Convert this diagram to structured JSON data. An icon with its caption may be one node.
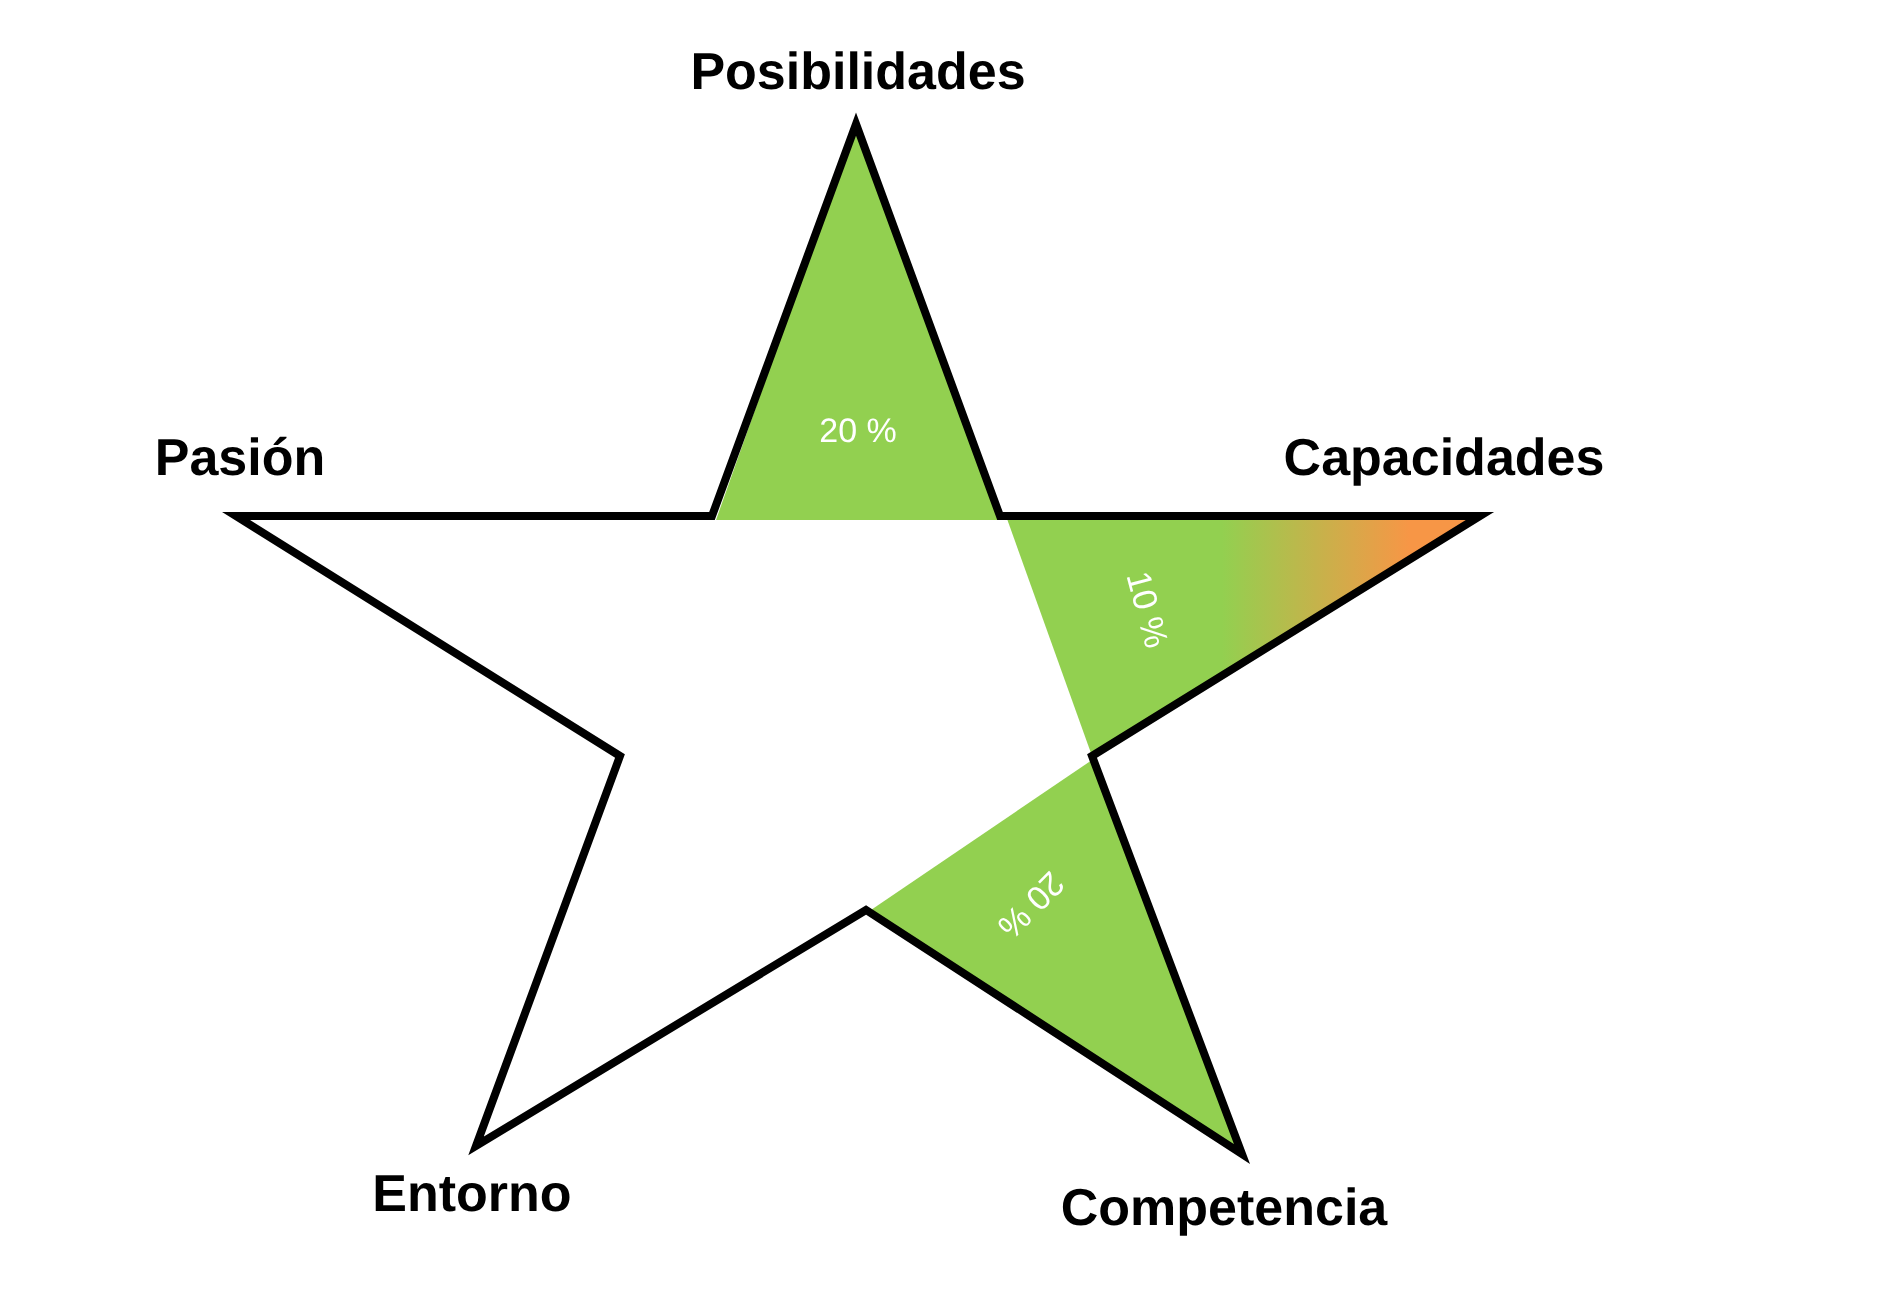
{
  "diagram": {
    "labels": [
      "Posibilidades",
      "20 %",
      "Pasión",
      "Capacidades",
      "10 %",
      "20 %",
      "Entorno",
      "Competencia"
    ]
  }
}
